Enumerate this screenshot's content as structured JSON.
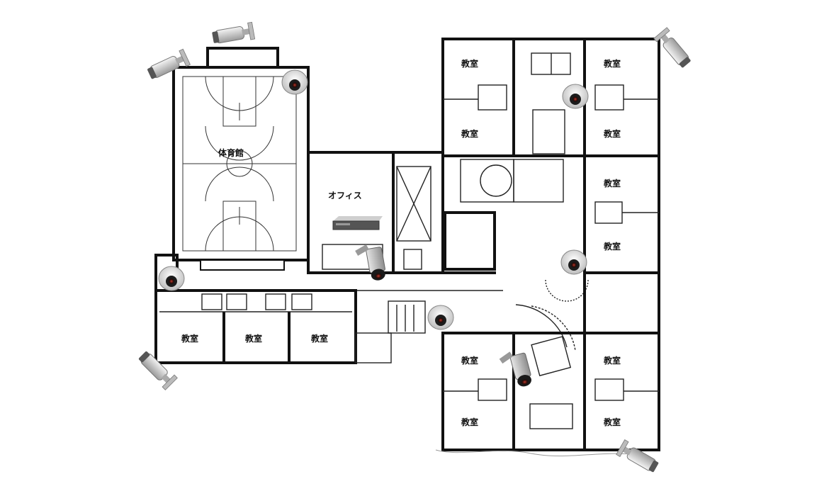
{
  "rooms": {
    "gym": "体育館",
    "office": "オフィス",
    "classroom": "教室"
  },
  "colors": {
    "wall": "#111111",
    "camera_body": "#d9d9d9",
    "camera_dark": "#2b2b2b",
    "lens_red": "#7a1a12"
  },
  "icons": [
    "bullet-camera-icon",
    "dome-camera-icon",
    "box-camera-icon",
    "recorder-icon"
  ]
}
